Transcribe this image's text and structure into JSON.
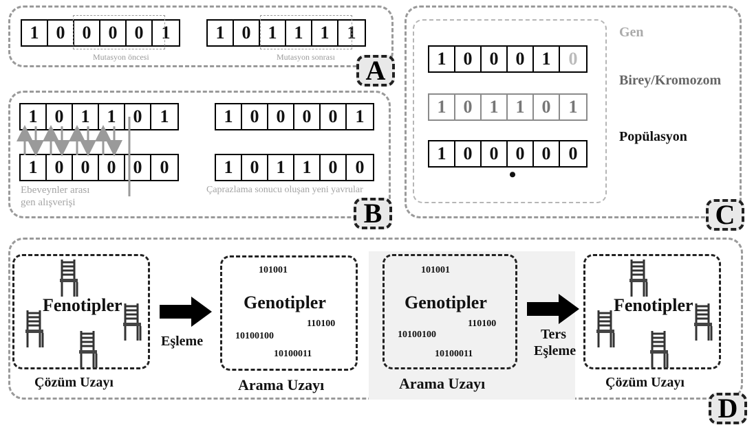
{
  "panels": {
    "A": {
      "tag": "A",
      "before_bits": [
        "1",
        "0",
        "0",
        "0",
        "0",
        "1"
      ],
      "after_bits": [
        "1",
        "0",
        "1",
        "1",
        "1",
        "1"
      ],
      "before_caption": "Mutasyon öncesi",
      "after_caption": "Mutasyon sonrası"
    },
    "B": {
      "tag": "B",
      "parent1": [
        "1",
        "0",
        "1",
        "1",
        "0",
        "1"
      ],
      "parent2": [
        "1",
        "0",
        "0",
        "0",
        "0",
        "0"
      ],
      "child1": [
        "1",
        "0",
        "0",
        "0",
        "0",
        "1"
      ],
      "child2": [
        "1",
        "0",
        "1",
        "1",
        "0",
        "0"
      ],
      "exchange_caption_1": "Ebeveynler arası",
      "exchange_caption_2": "gen alışverişi",
      "offspring_caption": "Çaprazlama sonucu oluşan yeni yavrular"
    },
    "C": {
      "tag": "C",
      "row1": [
        "1",
        "0",
        "0",
        "0",
        "1",
        "0"
      ],
      "row2": [
        "1",
        "0",
        "1",
        "1",
        "0",
        "1"
      ],
      "row3": [
        "1",
        "0",
        "0",
        "0",
        "0",
        "0"
      ],
      "ellipsis": "•",
      "gene_label": "Gen",
      "chromosome_label": "Birey/Kromozom",
      "population_label": "Popülasyon"
    },
    "D": {
      "tag": "D",
      "phenotypes": "Fenotipler",
      "genotypes": "Genotipler",
      "solution_space": "Çözüm Uzayı",
      "search_space": "Arama Uzayı",
      "mapping": "Eşleme",
      "reverse_mapping_1": "Ters",
      "reverse_mapping_2": "Eşleme",
      "codes": [
        "101001",
        "110100",
        "10100100",
        "10100011"
      ]
    }
  },
  "icons": {
    "chair": "chair-icon",
    "arrow": "right-arrow-icon"
  }
}
